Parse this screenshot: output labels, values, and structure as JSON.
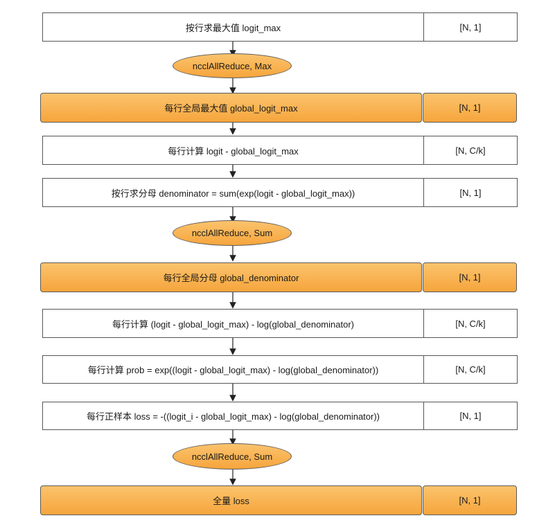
{
  "steps": [
    {
      "label": "按行求最大值 logit_max",
      "shape": "[N, 1]",
      "kind": "box"
    },
    {
      "label": "ncclAllReduce, Max",
      "kind": "oval"
    },
    {
      "label": "每行全局最大值 global_logit_max",
      "shape": "[N, 1]",
      "kind": "hl"
    },
    {
      "label": "每行计算 logit - global_logit_max",
      "shape": "[N, C/k]",
      "kind": "box"
    },
    {
      "label": "按行求分母 denominator = sum(exp(logit - global_logit_max))",
      "shape": "[N, 1]",
      "kind": "box"
    },
    {
      "label": "ncclAllReduce, Sum",
      "kind": "oval"
    },
    {
      "label": "每行全局分母 global_denominator",
      "shape": "[N, 1]",
      "kind": "hl"
    },
    {
      "label": "每行计算 (logit - global_logit_max) - log(global_denominator)",
      "shape": "[N, C/k]",
      "kind": "box"
    },
    {
      "label": "每行计算 prob = exp((logit - global_logit_max) - log(global_denominator))",
      "shape": "[N, C/k]",
      "kind": "box"
    },
    {
      "label": "每行正样本 loss = -((logit_i - global_logit_max) - log(global_denominator))",
      "shape": "[N, 1]",
      "kind": "box"
    },
    {
      "label": "ncclAllReduce, Sum",
      "kind": "oval"
    },
    {
      "label": "全量 loss",
      "shape": "[N, 1]",
      "kind": "hl"
    }
  ],
  "colors": {
    "highlight": "#f6a53c",
    "border": "#555555",
    "arrow": "#222222"
  }
}
